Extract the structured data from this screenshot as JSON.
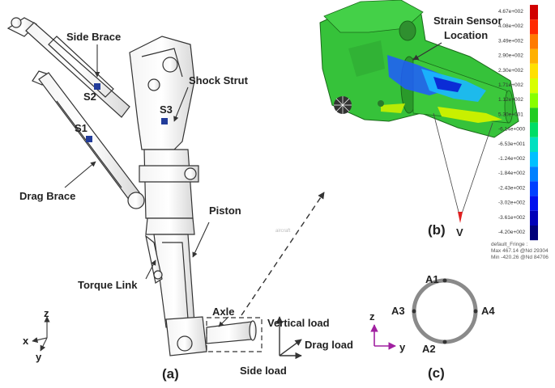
{
  "panel_a": {
    "label": "(a)",
    "parts": {
      "side_brace": "Side Brace",
      "shock_strut": "Shock Strut",
      "drag_brace": "Drag Brace",
      "piston": "Piston",
      "torque_link": "Torque Link",
      "axle": "Axle"
    },
    "sensors": [
      "S1",
      "S2",
      "S3"
    ],
    "loads": {
      "vertical": "Vertical load",
      "drag": "Drag load",
      "side": "Side load"
    },
    "axes": {
      "z": "z",
      "x": "x",
      "y": "y"
    }
  },
  "panel_b": {
    "label": "(b)",
    "sensor_location_line1": "Strain Sensor",
    "sensor_location_line2": "Location",
    "point_label": "V",
    "legend_values": [
      "4.67e+002",
      "4.08e+002",
      "3.49e+002",
      "2.90e+002",
      "2.30e+002",
      "1.71e+002",
      "1.12e+002",
      "5.30e+001",
      "-6.14e+000",
      "-6.53e+001",
      "-1.24e+002",
      "-1.84e+002",
      "-2.43e+002",
      "-3.02e+002",
      "-3.61e+002",
      "-4.20e+002"
    ],
    "legend_colors": [
      "#d10000",
      "#ff2a00",
      "#ff7a00",
      "#ffb000",
      "#ffe000",
      "#d8ff00",
      "#88ff00",
      "#22cc22",
      "#00dd66",
      "#00e0c0",
      "#00c0ff",
      "#0080ff",
      "#0040ff",
      "#0010ee",
      "#0000b8",
      "#00007a"
    ],
    "footer_line1": "default_Fringe :",
    "footer_line2": "Max 467.14 @Nd 29304",
    "footer_line3": "Min -420.26 @Nd 84706"
  },
  "panel_c": {
    "label": "(c)",
    "points": {
      "a1": "A1",
      "a2": "A2",
      "a3": "A3",
      "a4": "A4"
    },
    "axes": {
      "z": "z",
      "y": "y"
    }
  },
  "watermark": "aircraft"
}
